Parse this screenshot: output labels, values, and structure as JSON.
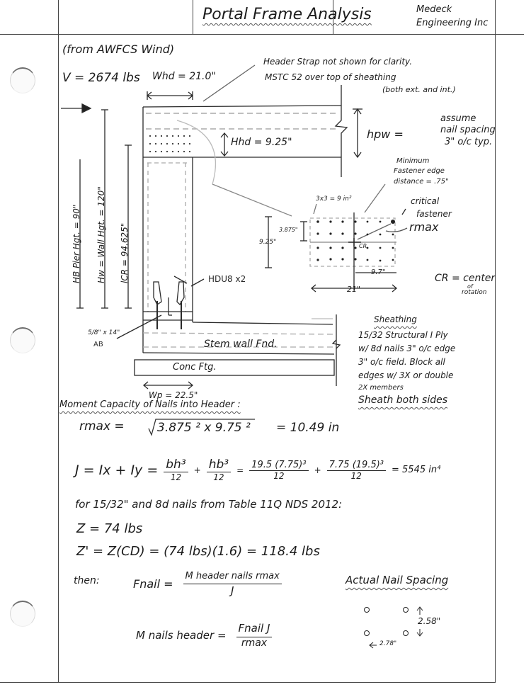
{
  "header": {
    "title": "Portal Frame Analysis",
    "company_line1": "Medeck",
    "company_line2": "Engineering Inc"
  },
  "inputs": {
    "source": "(from AWFCS Wind)",
    "shear": "V = 2674 lbs",
    "header_width": "Whd = 21.0\"",
    "header_height": "Hhd = 9.25\"",
    "hpw": "hpw =",
    "pier_height": "HB Pier Hgt. = 90\"",
    "wall_height": "Hw = Wall Hgt. = 120\"",
    "lcr": "lCR = 94.625\"",
    "pier_width": "Wp = 22.5\""
  },
  "notes": {
    "strap_line1": "Header Strap not shown for clarity.",
    "strap_line2": "MSTC 52 over top of sheathing",
    "strap_line3": "(both ext. and int.)",
    "assume_line1": "assume",
    "assume_line2": "nail spacing",
    "assume_line3": "3\" o/c typ.",
    "edge_line1": "Minimum",
    "edge_line2": "Fastener edge",
    "edge_line3": "distance = .75\"",
    "tributary": "3x3 = 9 in²",
    "critical_line1": "critical",
    "critical_line2": "fastener",
    "rmax_label": "rmax",
    "cr_label": "CR",
    "cr_def_line1": "CR = center",
    "cr_def_line2": "of",
    "cr_def_line3": "rotation",
    "dim_3875": "3.875\"",
    "dim_925": "9.25\"",
    "dim_97": "9.7\"",
    "dim_21": "21\"",
    "holdown": "HDU8 x2",
    "anchor_line1": "5/8\" x 14\"",
    "anchor_line2": "AB",
    "stem_wall": "Stem wall Fnd.",
    "footing": "Conc Ftg."
  },
  "sheathing": {
    "title": "Sheathing",
    "lines": [
      "15/32 Structural I Ply",
      "w/ 8d nails 3\" o/c edge",
      "3\" o/c field. Block all",
      "edges w/ 3X or double",
      "2X members",
      "Sheath both sides"
    ]
  },
  "calc": {
    "section_title": "Moment Capacity of Nails into Header :",
    "rmax_lhs": "rmax",
    "rmax_expr": "3.875 ² x 9.75 ²",
    "rmax_result": "= 10.49 in",
    "j_lhs": "J = Ix + Iy =",
    "j_frac1_num": "bh³",
    "j_frac2_num": "hb³",
    "j_den": "12",
    "j_num1": "19.5 (7.75)³",
    "j_num2": "7.75 (19.5)³",
    "j_result": "= 5545 in⁴",
    "table_ref": "for 15/32\" and 8d nails from Table 11Q NDS 2012:",
    "z": "Z = 74 lbs",
    "zprime": "Z' = Z(CD) = (74 lbs)(1.6) = 118.4 lbs",
    "then": "then:",
    "fnail_lhs": "Fnail =",
    "fnail_num": "M header nails rmax",
    "fnail_den": "J",
    "mnails_lhs": "M nails header =",
    "mnails_num": "Fnail J",
    "mnails_den": "rmax"
  },
  "spacing": {
    "title": "Actual Nail Spacing",
    "vertical": "2.58\"",
    "horizontal": "2.78\""
  }
}
